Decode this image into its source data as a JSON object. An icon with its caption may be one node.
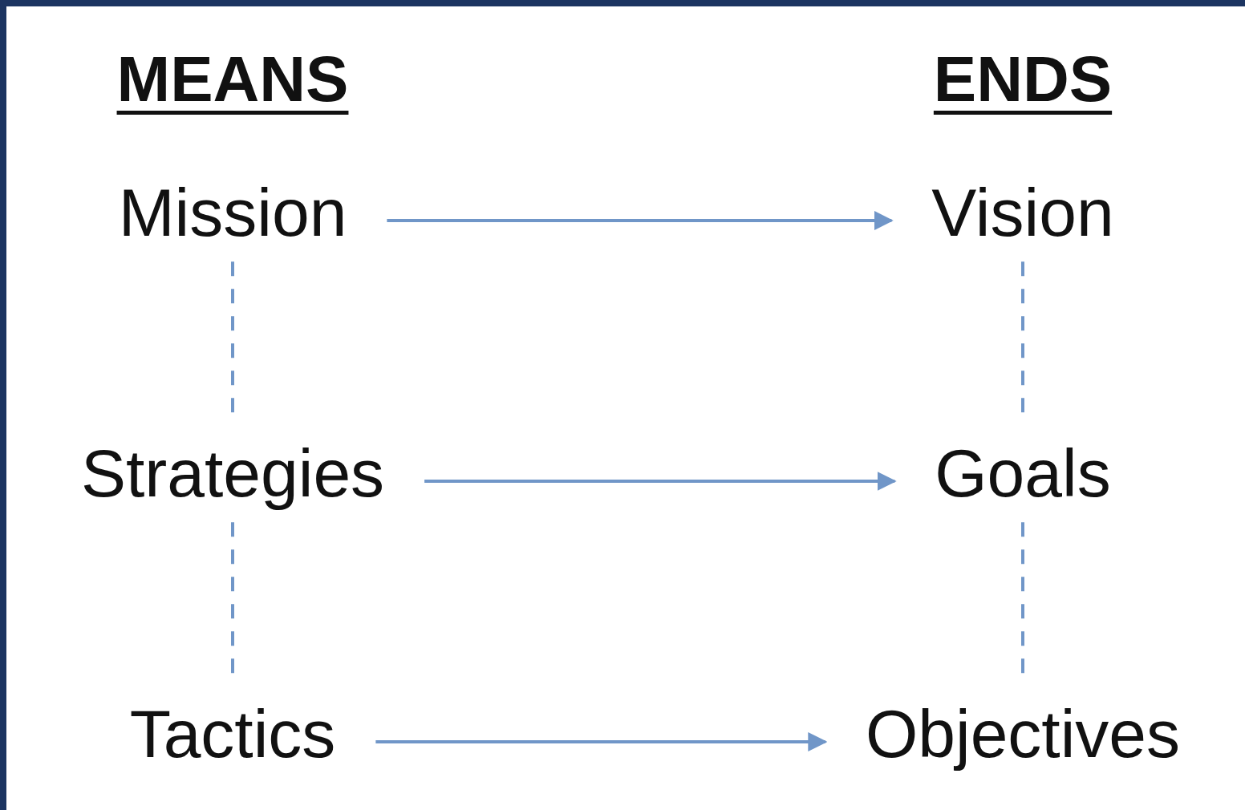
{
  "diagram": {
    "nodes": [
      {
        "text": [
          "Mission"
        ]
      },
      {
        "text": [
          "Vision"
        ]
      },
      {
        "text": [
          "Strategies"
        ]
      },
      {
        "text": [
          "Goals"
        ]
      },
      {
        "text": [
          "Tactics"
        ]
      },
      {
        "text": [
          "Objectives"
        ]
      }
    ],
    "edges": [
      {
        "from": 0,
        "to": 1,
        "arrow": "to"
      },
      {
        "from": 2,
        "to": 3,
        "arrow": "to"
      },
      {
        "from": 4,
        "to": 5,
        "arrow": "to"
      },
      {
        "from": 0,
        "to": 2,
        "arrow": "none",
        "style": "dashed"
      },
      {
        "from": 2,
        "to": 4,
        "arrow": "none",
        "style": "dashed"
      },
      {
        "from": 1,
        "to": 3,
        "arrow": "none",
        "style": "dashed"
      },
      {
        "from": 3,
        "to": 5,
        "arrow": "none",
        "style": "dashed"
      }
    ],
    "labels": [
      "MEANS",
      "ENDS"
    ]
  }
}
